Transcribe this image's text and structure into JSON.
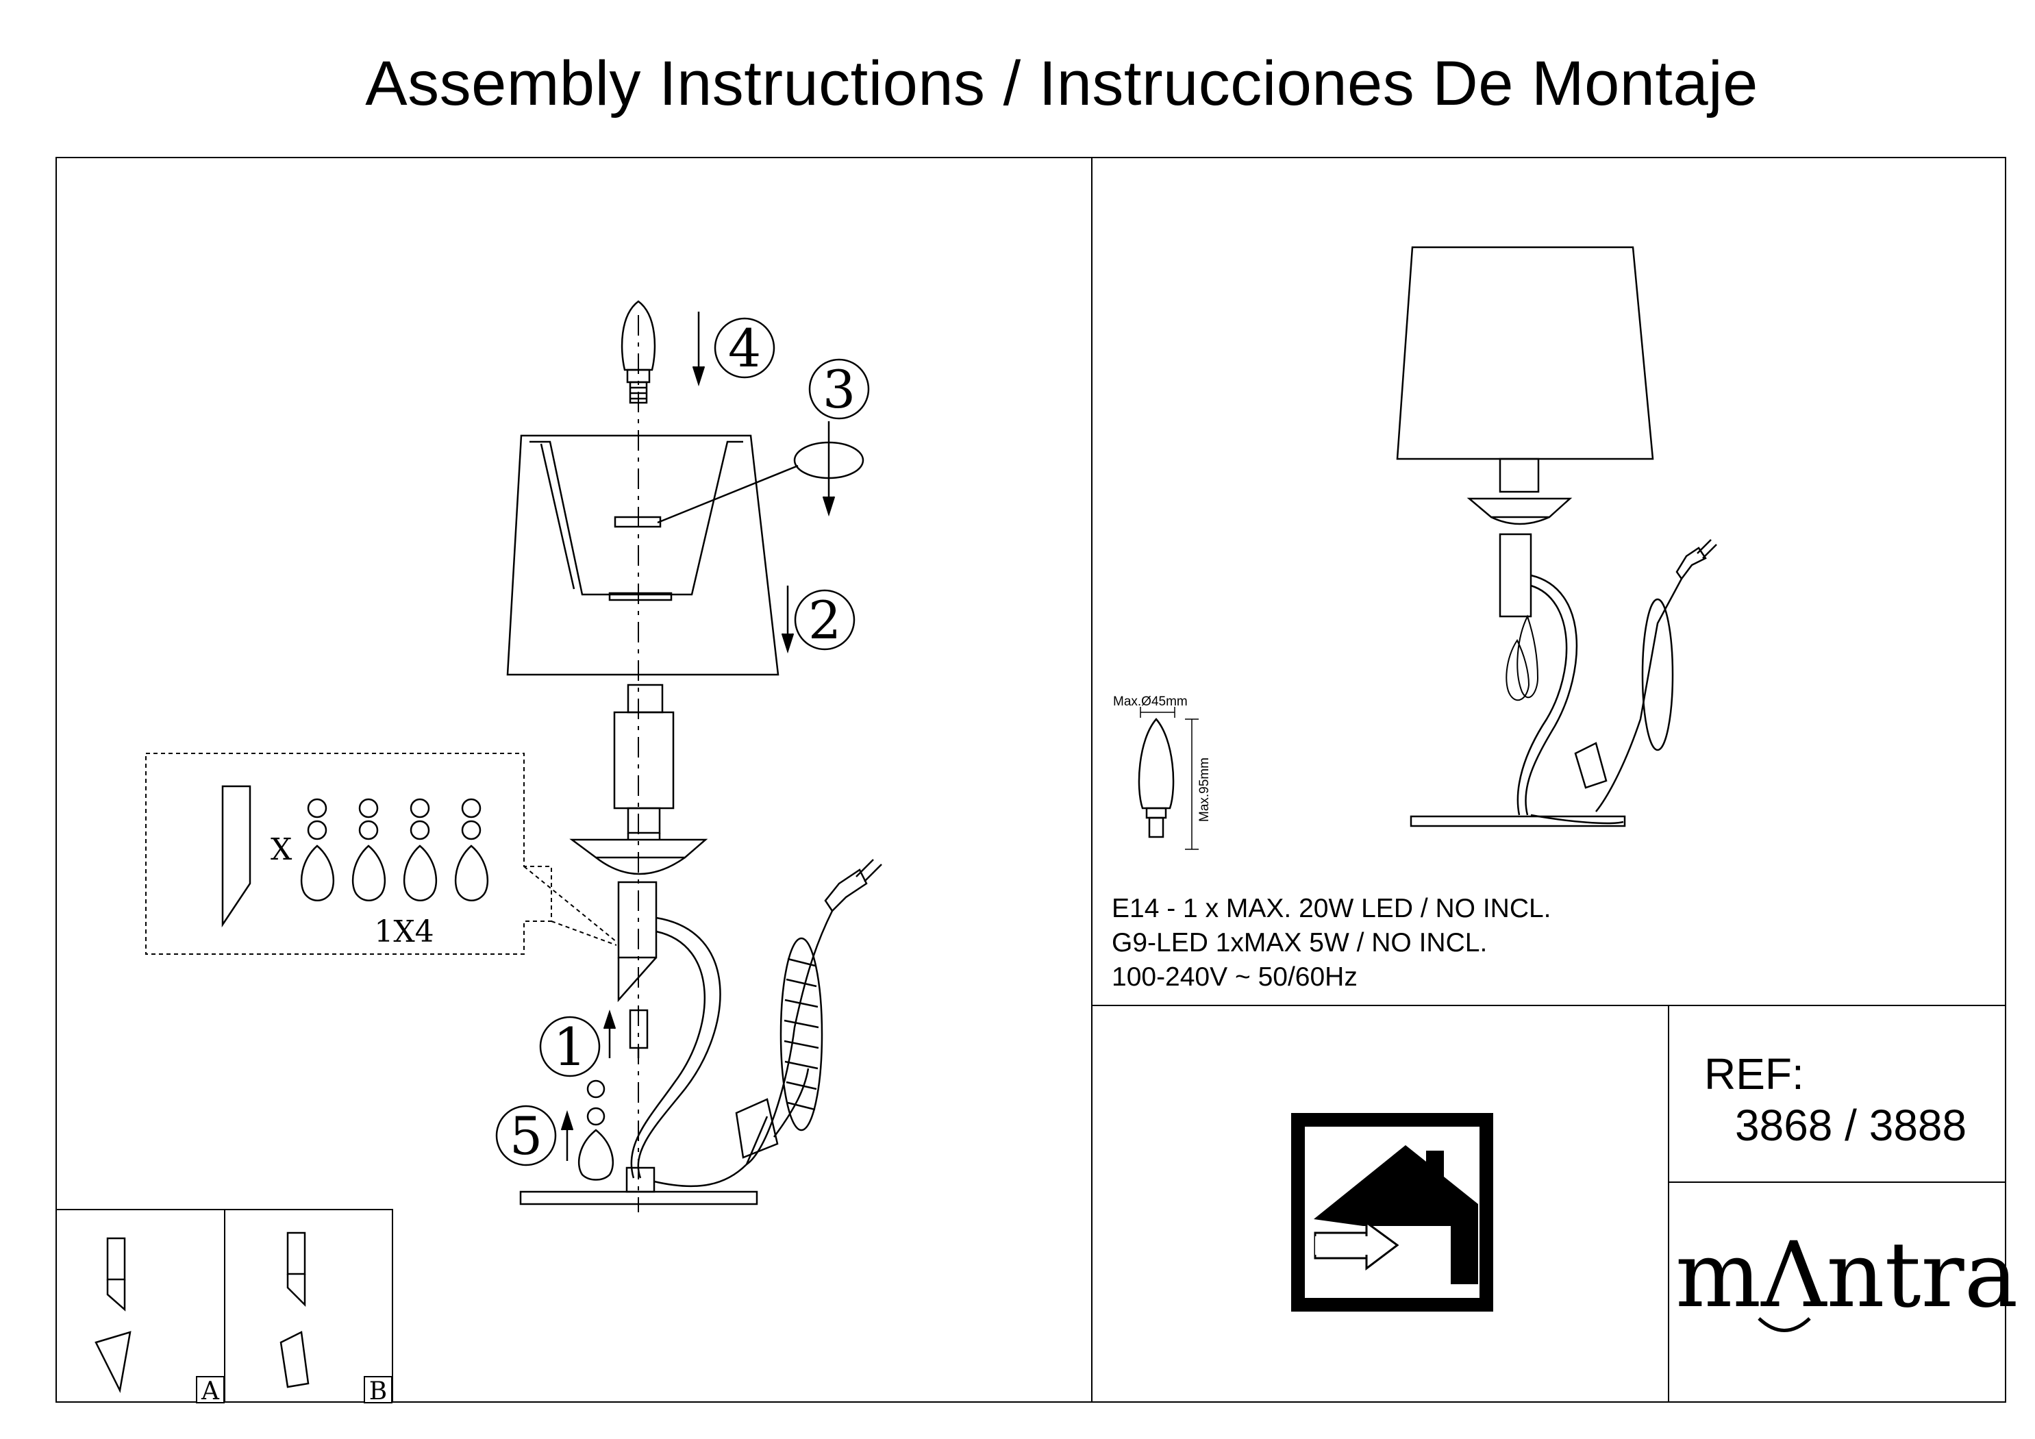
{
  "title": "Assembly Instructions / Instrucciones De Montaje",
  "steps": [
    "1",
    "2",
    "3",
    "4",
    "5"
  ],
  "parts": {
    "x_label": "X",
    "qty_label": "1X4"
  },
  "detail_labels": [
    "A",
    "B"
  ],
  "bulb": {
    "diameter": "Max.Ø45mm",
    "height": "Max.95mm"
  },
  "specs": [
    "E14 - 1 x MAX. 20W  LED /  NO INCL.",
    "G9-LED 1xMAX 5W / NO INCL.",
    "100-240V  ~ 50/60Hz"
  ],
  "ref": {
    "label": "REF:",
    "value": "3868 / 3888"
  },
  "brand": {
    "part1": "m",
    "part2": "Λ",
    "part3": "ntra"
  },
  "icons": [
    "indoor-use-house-icon"
  ]
}
